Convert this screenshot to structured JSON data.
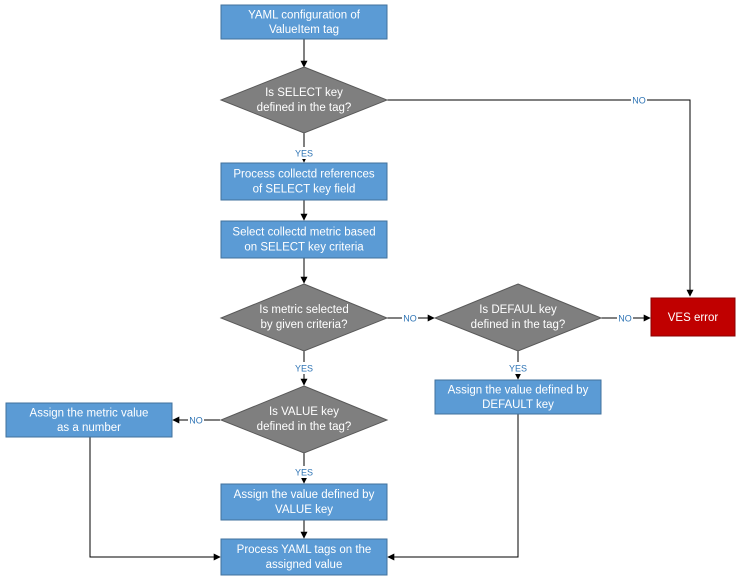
{
  "colors": {
    "process": "#5b9bd5",
    "process_border": "#41719c",
    "decision": "#7f7f7f",
    "decision_border": "#595959",
    "error": "#c00000",
    "error_border": "#8b0000",
    "line": "#000000",
    "edge_label": "#2e74b5"
  },
  "nodes": {
    "yaml_config": {
      "lines": [
        "YAML configuration of",
        "ValueItem tag"
      ]
    },
    "select_key": {
      "lines": [
        "Is SELECT key",
        "defined in the tag?"
      ]
    },
    "process_refs": {
      "lines": [
        "Process collectd references",
        "of SELECT key field"
      ]
    },
    "select_metric": {
      "lines": [
        "Select collectd metric based",
        "on SELECT key criteria"
      ]
    },
    "metric_selected": {
      "lines": [
        "Is metric selected",
        "by given criteria?"
      ]
    },
    "default_key": {
      "lines": [
        "Is DEFAUL key",
        "defined in the tag?"
      ]
    },
    "ves_error": {
      "lines": [
        "VES error"
      ]
    },
    "assign_default": {
      "lines": [
        "Assign the value defined by",
        "DEFAULT key"
      ]
    },
    "assign_number": {
      "lines": [
        "Assign the metric value",
        "as a number"
      ]
    },
    "value_key": {
      "lines": [
        "Is VALUE key",
        "defined in the tag?"
      ]
    },
    "assign_value": {
      "lines": [
        "Assign the value defined by",
        "VALUE key"
      ]
    },
    "process_yaml": {
      "lines": [
        "Process YAML tags on the",
        "assigned value"
      ]
    }
  },
  "edge_labels": {
    "select_no": "NO",
    "select_yes": "YES",
    "metric_no": "NO",
    "metric_yes": "YES",
    "default_no": "NO",
    "default_yes": "YES",
    "value_no": "NO",
    "value_yes": "YES"
  }
}
